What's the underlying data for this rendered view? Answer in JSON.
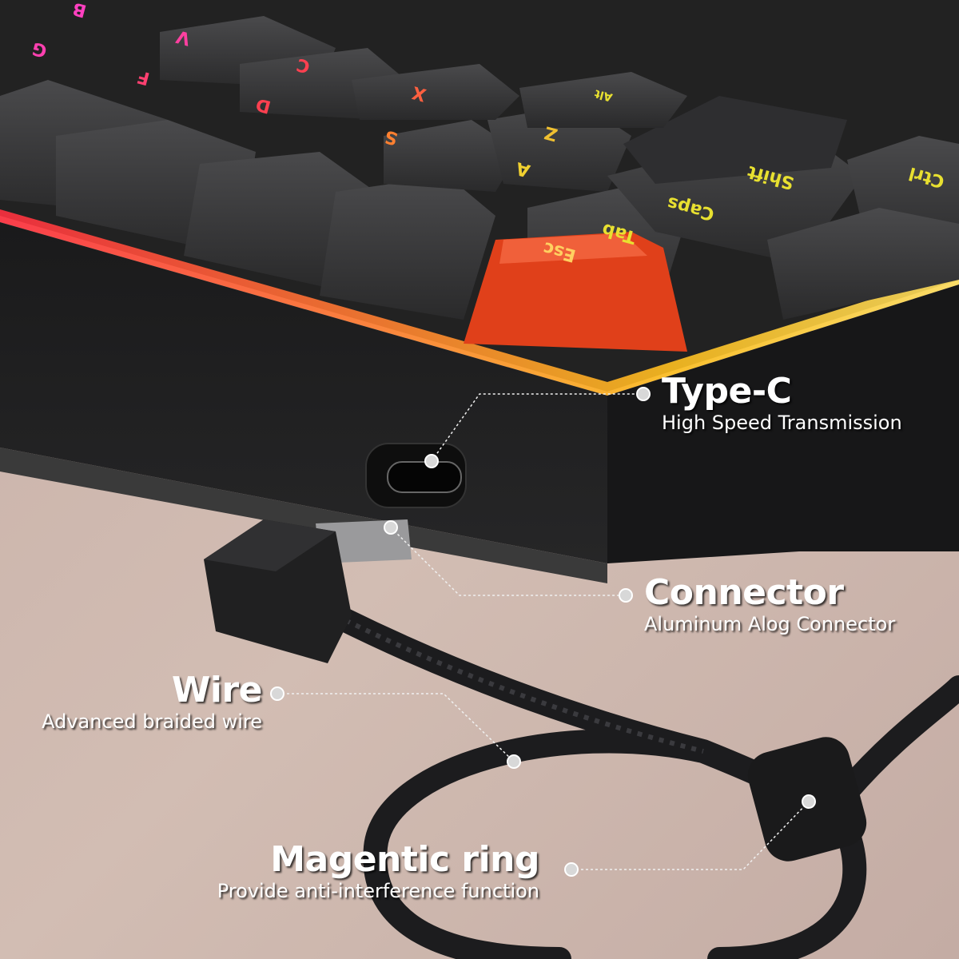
{
  "callouts": [
    {
      "title": "Type-C",
      "subtitle": "High Speed Transmission"
    },
    {
      "title": "Connector",
      "subtitle": "Aluminum Alog Connector"
    },
    {
      "title": "Wire",
      "subtitle": "Advanced braided wire"
    },
    {
      "title": "Magentic ring",
      "subtitle": "Provide anti-interference function"
    }
  ],
  "keys": {
    "esc": "Esc",
    "tab": "Tab",
    "caps": "Caps",
    "shift": "Shift",
    "ctrl": "Ctrl",
    "alt": "Alt",
    "z": "Z",
    "x": "X",
    "c": "C",
    "v": "V",
    "b": "B",
    "a": "A",
    "s": "S",
    "d": "D",
    "f": "F",
    "g": "G"
  },
  "colors": {
    "esc_key": "#e0401a",
    "keycap": "#3a3a3c",
    "legend_yellow": "#e8e030",
    "backlight": "#ffb020",
    "table": "#c9b4ac"
  }
}
